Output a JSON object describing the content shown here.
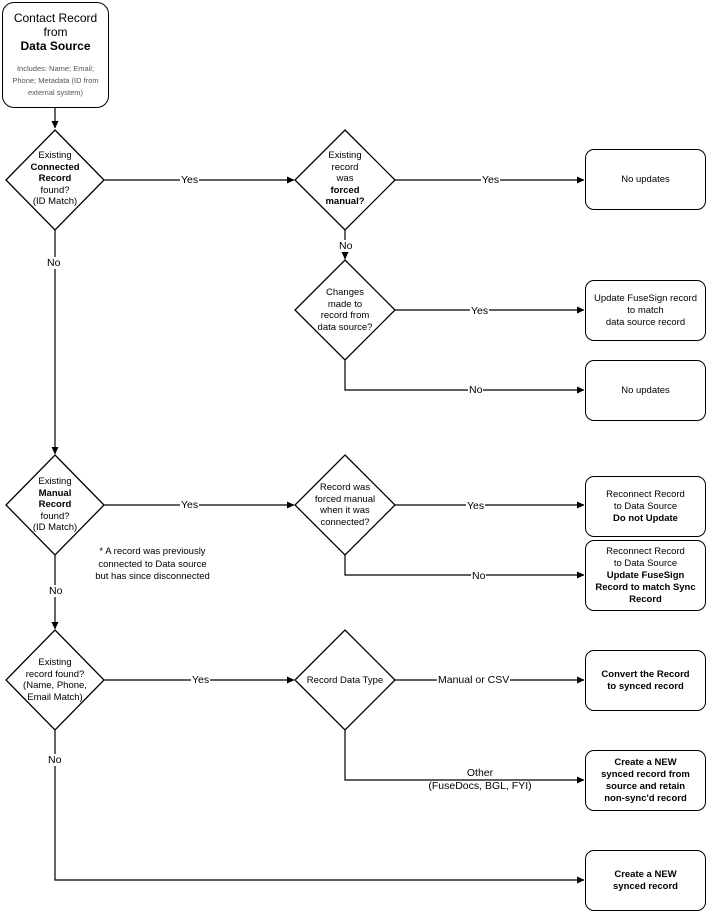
{
  "start": {
    "title_line1": "Contact Record",
    "title_line2": "from",
    "title_line3": "Data Source",
    "includes_line1": "Includes: Name; Email;",
    "includes_line2": "Phone; Metadata (ID from",
    "includes_line3": "external system)"
  },
  "decisions": {
    "d1": {
      "l1": "Existing",
      "l2": "Connected",
      "l3": "Record",
      "l4": "found?",
      "l5": "(ID Match)"
    },
    "d2": {
      "l1": "Existing",
      "l2": "record",
      "l3": "was",
      "l4": "forced",
      "l5": "manual?"
    },
    "d3": {
      "l1": "Changes",
      "l2": "made to",
      "l3": "record from",
      "l4": "data source?"
    },
    "d4": {
      "l1": "Existing",
      "l2": "Manual",
      "l3": "Record",
      "l4": "found?",
      "l5": "(ID Match)"
    },
    "d5": {
      "l1": "Record was",
      "l2": "forced manual",
      "l3": "when it was",
      "l4": "connected?"
    },
    "d6": {
      "l1": "Existing",
      "l2": "record found?",
      "l3": "(Name, Phone,",
      "l4": "Email Match)"
    },
    "d7": {
      "l1": "Record Data Type"
    }
  },
  "results": {
    "r1": {
      "l1": "No updates"
    },
    "r2": {
      "l1": "Update FuseSign record",
      "l2": "to match",
      "l3": "data source record"
    },
    "r3": {
      "l1": "No updates"
    },
    "r4": {
      "l1": "Reconnect Record",
      "l2": "to Data Source",
      "l3": "Do not Update"
    },
    "r5": {
      "l1": "Reconnect Record",
      "l2": "to Data Source",
      "l3": "Update FuseSign",
      "l4": "Record to match Sync",
      "l5": "Record"
    },
    "r6": {
      "l1": "Convert the Record",
      "l2": "to synced record"
    },
    "r7": {
      "l1": "Create a NEW",
      "l2": "synced record from",
      "l3": "source and retain",
      "l4": "non-sync'd record"
    },
    "r8": {
      "l1": "Create a NEW",
      "l2": "synced record"
    }
  },
  "labels": {
    "yes": "Yes",
    "no": "No",
    "manual_or_csv": "Manual or CSV",
    "other_line1": "Other",
    "other_line2": "(FuseDocs, BGL, FYI)"
  },
  "note": {
    "l1": "* A record was previously",
    "l2": "connected to Data source",
    "l3": "but has since disconnected"
  }
}
